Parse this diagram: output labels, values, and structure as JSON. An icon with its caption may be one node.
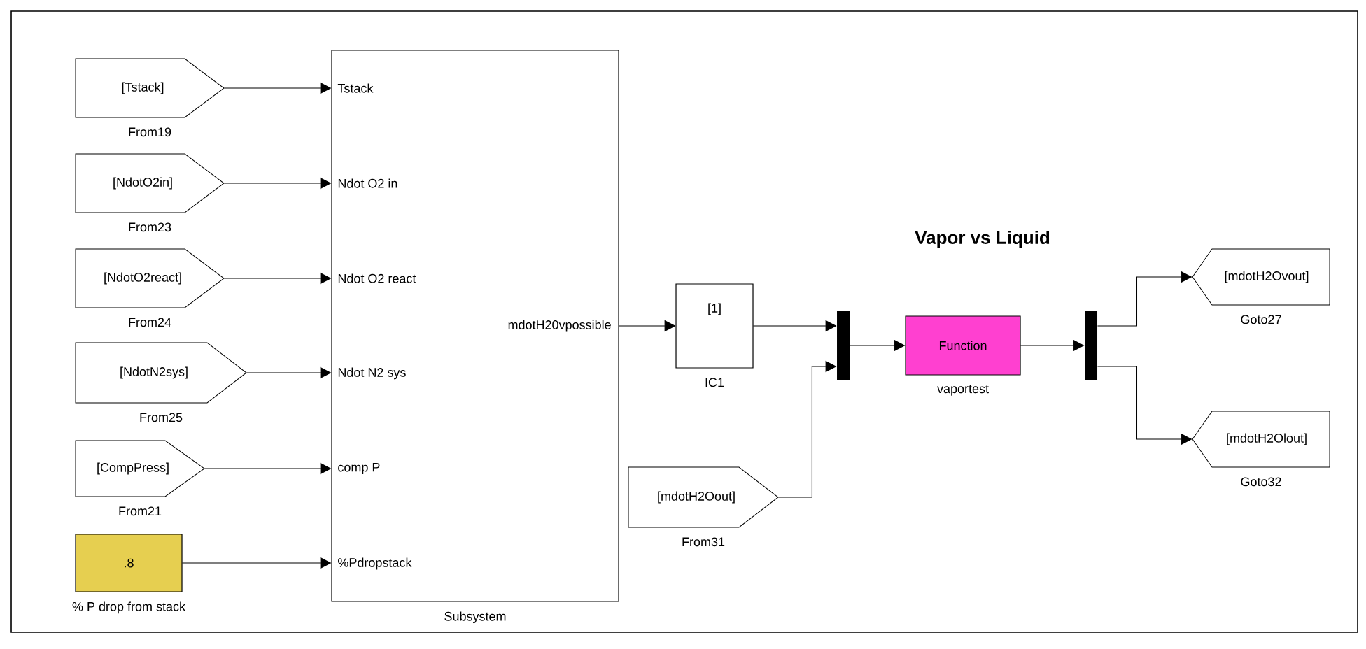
{
  "diagram": {
    "title": "Vapor vs Liquid",
    "nodes": [
      {
        "text": [
          "[Tstack]"
        ],
        "beside": [
          "From19"
        ]
      },
      {
        "text": [
          "[NdotO2in]"
        ],
        "beside": [
          "From23"
        ]
      },
      {
        "text": [
          "[NdotO2react]"
        ],
        "beside": [
          "From24"
        ]
      },
      {
        "text": [
          "[NdotN2sys]"
        ],
        "beside": [
          "From25"
        ]
      },
      {
        "text": [
          "[CompPress]"
        ],
        "beside": [
          "From21"
        ]
      },
      {
        "text": [
          ".8"
        ],
        "beside": [
          "% P drop from stack"
        ]
      },
      {
        "text": [
          "Tstack",
          "Ndot  O2 in",
          "Ndot  O2 react",
          "Ndot  N2 sys",
          "comp  P",
          "%Pdropstack",
          "mdotH20vpossible"
        ],
        "beside": [
          "Subsystem"
        ]
      },
      {
        "text": [
          "[1]"
        ],
        "beside": [
          "IC1"
        ]
      },
      {
        "text": [],
        "shape": "bar"
      },
      {
        "text": [
          "Function"
        ],
        "beside": [
          "vaportest"
        ]
      },
      {
        "text": [],
        "shape": "bar"
      },
      {
        "text": [
          "[mdotH2Ovout]"
        ],
        "beside": [
          "Goto27"
        ]
      },
      {
        "text": [
          "[mdotH2Olout]"
        ],
        "beside": [
          "Goto32"
        ]
      },
      {
        "text": [
          "[mdotH2Oout]"
        ],
        "beside": [
          "From31"
        ]
      }
    ],
    "edges": [
      {
        "from": 0,
        "to": 6,
        "arrow": "to"
      },
      {
        "from": 1,
        "to": 6,
        "arrow": "to"
      },
      {
        "from": 2,
        "to": 6,
        "arrow": "to"
      },
      {
        "from": 3,
        "to": 6,
        "arrow": "to"
      },
      {
        "from": 4,
        "to": 6,
        "arrow": "to"
      },
      {
        "from": 5,
        "to": 6,
        "arrow": "to"
      },
      {
        "from": 6,
        "to": 7,
        "arrow": "to"
      },
      {
        "from": 7,
        "to": 8,
        "arrow": "to"
      },
      {
        "from": 13,
        "to": 8,
        "arrow": "to"
      },
      {
        "from": 8,
        "to": 9,
        "arrow": "to"
      },
      {
        "from": 9,
        "to": 10,
        "arrow": "to"
      },
      {
        "from": 10,
        "to": 11,
        "arrow": "to"
      },
      {
        "from": 10,
        "to": 12,
        "arrow": "to"
      }
    ]
  }
}
